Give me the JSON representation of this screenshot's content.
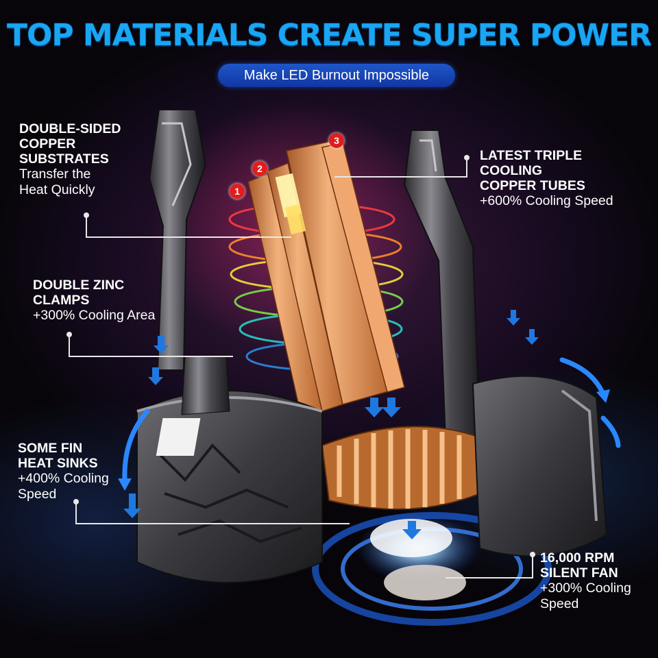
{
  "header": {
    "title": "TOP MATERIALS CREATE SUPER POWER",
    "subtitle": "Make LED Burnout Impossible"
  },
  "markers": [
    "1",
    "2",
    "3"
  ],
  "callouts": {
    "copper_substrates": {
      "heading": "DOUBLE-SIDED\nCOPPER\nSUBSTRATES",
      "sub": "Transfer the\nHeat Quickly"
    },
    "cooling_tubes": {
      "heading": "LATEST TRIPLE\nCOOLING\nCOPPER TUBES",
      "sub": "+600% Cooling Speed"
    },
    "zinc_clamps": {
      "heading": "DOUBLE ZINC\nCLAMPS",
      "sub": "+300% Cooling Area"
    },
    "fin_heat_sinks": {
      "heading": "SOME FIN\nHEAT SINKS",
      "sub": "+400% Cooling\nSpeed"
    },
    "silent_fan": {
      "heading": "16,000 RPM\nSILENT FAN",
      "sub": "+300% Cooling\nSpeed"
    }
  },
  "colors": {
    "title": "#19a6f2",
    "pill": "#1a47b8",
    "marker": "#e11d1d",
    "copper": "#e08a4a",
    "arrow": "#1f78e0"
  }
}
